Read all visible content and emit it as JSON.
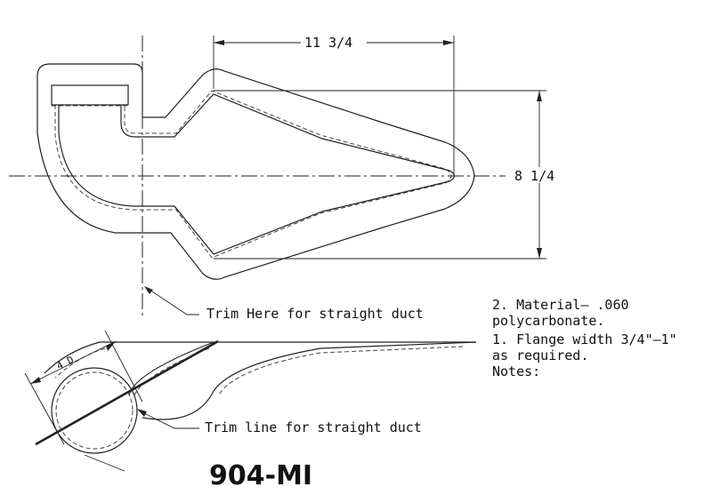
{
  "dimensions": {
    "length": "11 3/4",
    "height": "8 1/4",
    "diameter": "4 D"
  },
  "callouts": {
    "trim_here": "Trim Here for straight duct",
    "trim_line": "Trim line for straight duct"
  },
  "notes": {
    "material_line1": "2. Material— .060",
    "material_line2": "polycarbonate.",
    "flange_line1": "1. Flange width 3/4\"—1\"",
    "flange_line2": "as required.",
    "heading": "Notes:"
  },
  "part_number": "904-MI"
}
